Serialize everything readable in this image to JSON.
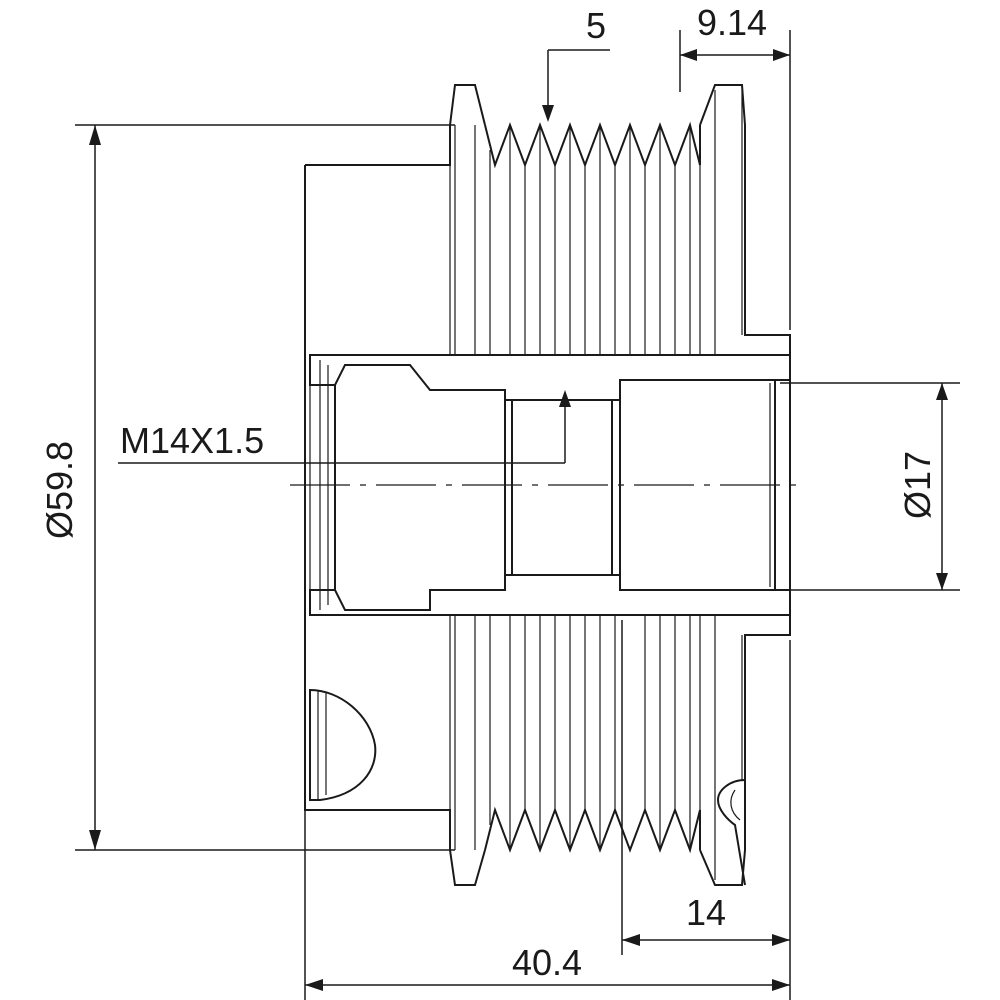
{
  "dimensions": {
    "pitch": "5",
    "flange_offset": "9.14",
    "outer_diameter": "Ø59.8",
    "thread": "M14X1.5",
    "bore_diameter": "Ø17",
    "groove_section": "14",
    "overall_length": "40.4"
  }
}
